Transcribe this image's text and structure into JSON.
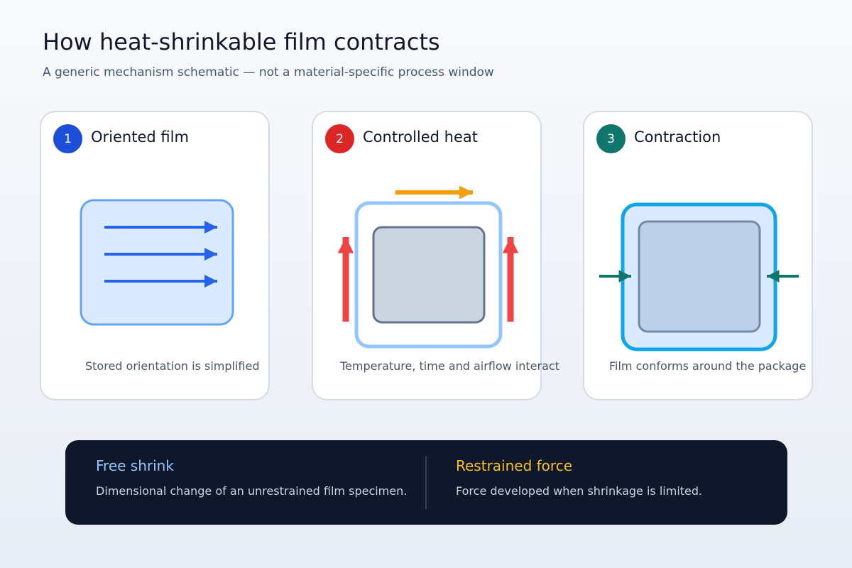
{
  "header": {
    "title": "How heat-shrinkable film contracts",
    "subtitle": "A generic mechanism schematic — not a material-specific process window"
  },
  "steps": [
    {
      "number": "1",
      "title": "Oriented film",
      "caption": "Stored orientation is simplified",
      "color": "#1d4ed8"
    },
    {
      "number": "2",
      "title": "Controlled heat",
      "caption": "Temperature, time and airflow interact",
      "color": "#dc2626"
    },
    {
      "number": "3",
      "title": "Contraction",
      "caption": "Film conforms around the package",
      "color": "#0f766e"
    }
  ],
  "definitions": [
    {
      "term": "Free shrink",
      "description": "Dimensional change of an unrestrained film specimen.",
      "color": "#93c5fd"
    },
    {
      "term": "Restrained force",
      "description": "Force developed when shrinkage is limited.",
      "color": "#fbbf24"
    }
  ],
  "colors": {
    "orientation_arrows": "#2563eb",
    "heat_arrows": "#ef4444",
    "airflow_arrow": "#f59e0b",
    "contraction_arrows": "#0f766e",
    "film_outline": "#60a5fa",
    "shrunk_film_outline": "#0ea5e9"
  }
}
